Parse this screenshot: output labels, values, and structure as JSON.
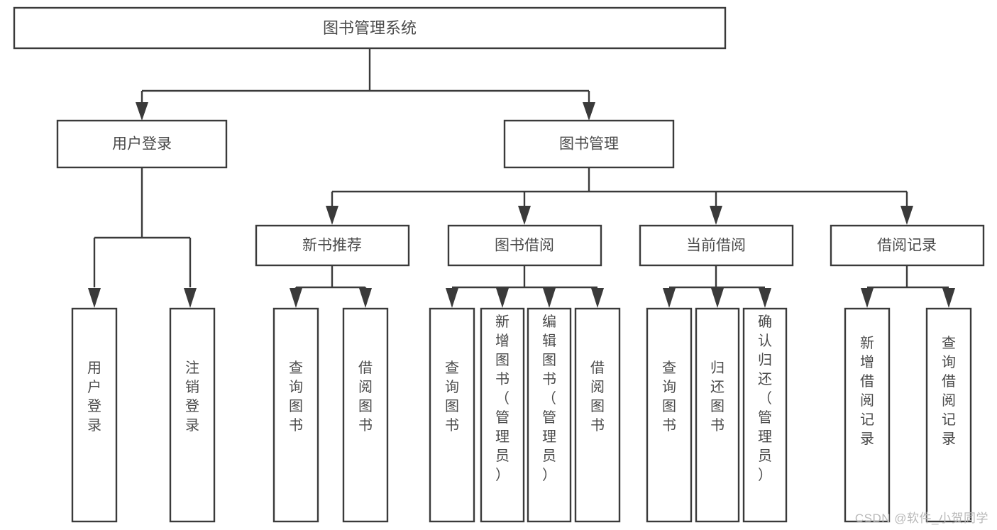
{
  "diagram": {
    "type": "tree",
    "title": "图书管理系统",
    "watermark": "CSDN @软件_小贺同学",
    "colors": {
      "stroke": "#3a3a3a",
      "box_fill": "#ffffff",
      "text": "#4a4a4a",
      "background": "#ffffff",
      "watermark": "#b9b9b9"
    },
    "root": {
      "label": "图书管理系统"
    },
    "level1": [
      {
        "label": "用户登录"
      },
      {
        "label": "图书管理"
      }
    ],
    "level2": [
      {
        "label": "新书推荐"
      },
      {
        "label": "图书借阅"
      },
      {
        "label": "当前借阅"
      },
      {
        "label": "借阅记录"
      }
    ],
    "leaves": {
      "user_login": [
        {
          "label": "用户登录"
        },
        {
          "label": "注销登录"
        }
      ],
      "new_book": [
        {
          "label": "查询图书"
        },
        {
          "label": "借阅图书"
        }
      ],
      "book_borrow": [
        {
          "label": "查询图书"
        },
        {
          "label": "新增图书（管理员）"
        },
        {
          "label": "编辑图书（管理员）"
        },
        {
          "label": "借阅图书"
        }
      ],
      "current_borrow": [
        {
          "label": "查询图书"
        },
        {
          "label": "归还图书"
        },
        {
          "label": "确认归还（管理员）"
        }
      ],
      "borrow_record": [
        {
          "label": "新增借阅记录"
        },
        {
          "label": "查询借阅记录"
        }
      ]
    }
  }
}
